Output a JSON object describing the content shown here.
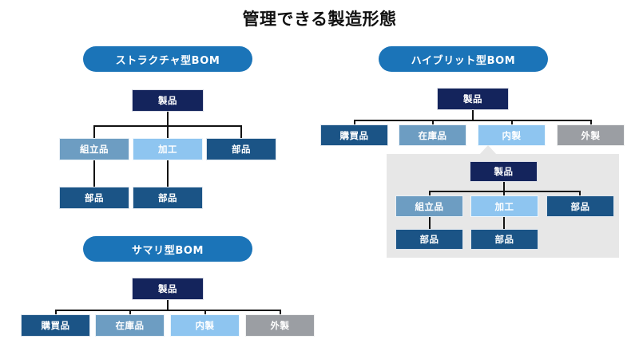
{
  "slide": {
    "title": "管理できる製造形態",
    "background": "#ffffff"
  },
  "colors": {
    "pill": "#1b74b8",
    "product": "#14245c",
    "navy": "#1b5486",
    "steel": "#6d9dc2",
    "light_blue": "#8ec5f0",
    "gray": "#9b9ea3",
    "panel_bg": "#e7e7e7",
    "connector": "#121212"
  },
  "sections": {
    "structure": {
      "header": "ストラクチャ型BOM",
      "root": "製品",
      "level1": [
        "組立品",
        "加工",
        "部品"
      ],
      "level2": [
        "部品",
        "部品"
      ]
    },
    "summary": {
      "header": "サマリ型BOM",
      "root": "製品",
      "level1": [
        "購買品",
        "在庫品",
        "内製",
        "外製"
      ]
    },
    "hybrid": {
      "header": "ハイブリット型BOM",
      "root": "製品",
      "level1": [
        "購買品",
        "在庫品",
        "内製",
        "外製"
      ],
      "detail": {
        "root": "製品",
        "level1": [
          "組立品",
          "加工",
          "部品"
        ],
        "level2": [
          "部品",
          "部品"
        ]
      }
    }
  }
}
